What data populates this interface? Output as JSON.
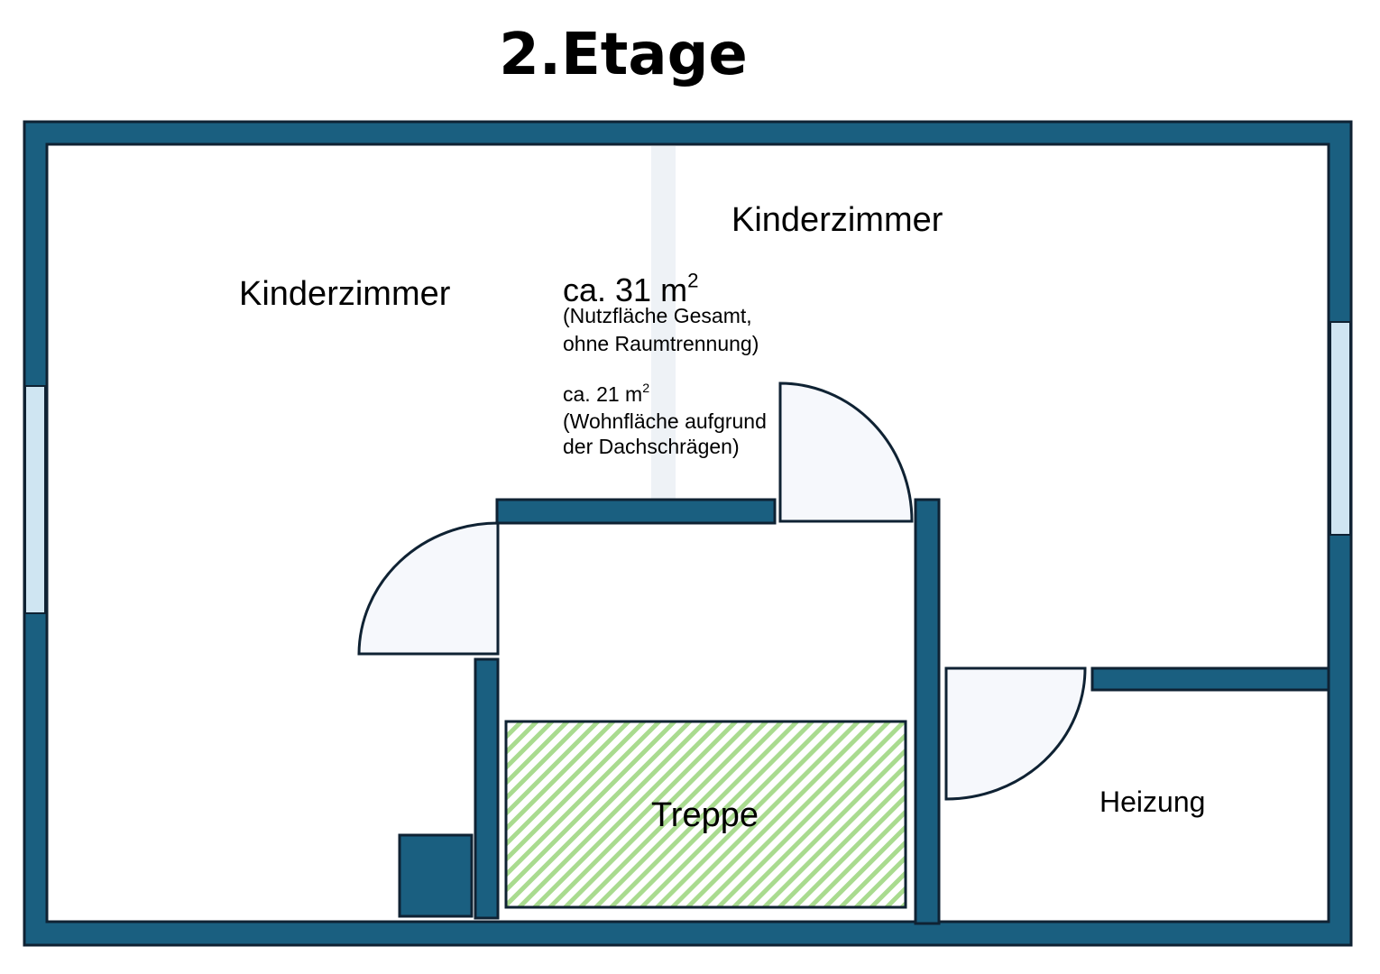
{
  "title": "2.Etage",
  "rooms": {
    "kinder_left": "Kinderzimmer",
    "kinder_right": "Kinderzimmer",
    "stairs": "Treppe",
    "heating": "Heizung"
  },
  "area_total": {
    "value": "ca. 31 m",
    "sup": "2",
    "note_line1": "(Nutzfläche Gesamt,",
    "note_line2": "ohne Raumtrennung)"
  },
  "area_living": {
    "value": "ca. 21 m",
    "sup": "2",
    "note_line1": "(Wohnfläche aufgrund",
    "note_line2": "der Dachschrägen)"
  },
  "colors": {
    "wall": "#1a5f80",
    "outline": "#0f2233",
    "window": "#cfe5f2",
    "door_fill": "#f6f8fc",
    "stairs_hatch": "#a9db8f",
    "partition": "#eef2f6"
  }
}
